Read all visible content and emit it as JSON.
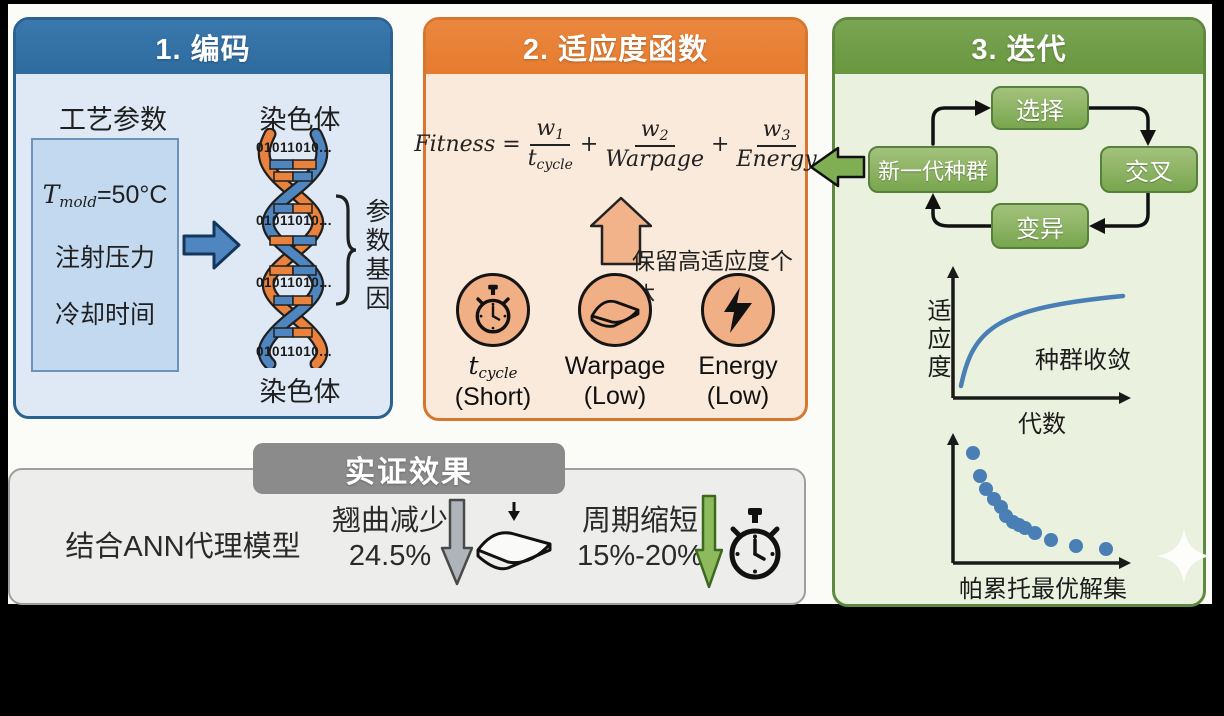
{
  "colors": {
    "panel1_accent": "#2f6b9e",
    "panel2_accent": "#e07c2f",
    "panel3_accent": "#6f9d49",
    "results_accent": "#8b8b8b",
    "strand_blue": "#4f86c0",
    "strand_orange": "#e8823c",
    "curve_blue": "#4a7fb5"
  },
  "panel1": {
    "title": "1. 编码",
    "process_label": "工艺参数",
    "chromosome_top": "染色体",
    "chromosome_bottom": "染色体",
    "param_box": {
      "t_var": "T",
      "t_sub": "mold",
      "t_value": "=50°C",
      "line2": "注射压力",
      "line3": "冷却时间"
    },
    "dna_code": "01011010...",
    "gene_label": "参数基因"
  },
  "panel2": {
    "title": "2. 适应度函数",
    "formula": {
      "lhs": "Fitness",
      "equals": "=",
      "plus": "+",
      "t1_num": "w",
      "t1_num_sub": "1",
      "t1_den": "t",
      "t1_den_sub": "cycle",
      "t2_num": "w",
      "t2_num_sub": "2",
      "t2_den": "Warpage",
      "t3_num": "w",
      "t3_num_sub": "3",
      "t3_den": "Energy"
    },
    "arrow_label": "保留高适应度个体",
    "icon1": {
      "main": "t",
      "sub": "cycle",
      "note": "(Short)"
    },
    "icon2": {
      "main": "Warpage",
      "note": "(Low)"
    },
    "icon3": {
      "main": "Energy",
      "note": "(Low)"
    }
  },
  "panel3": {
    "title": "3. 迭代",
    "cycle": {
      "selection": "选择",
      "crossover": "交叉",
      "mutation": "变异",
      "new_population": "新一代种群"
    },
    "convergence": {
      "ylabel": "适应度",
      "xlabel": "代数",
      "annotation": "种群收敛"
    },
    "pareto": {
      "xlabel": "帕累托最优解集"
    }
  },
  "results": {
    "title": "实证效果",
    "ann_label": "结合ANN代理模型",
    "warpage_line1": "翘曲减少",
    "warpage_line2": "24.5%",
    "cycle_line1": "周期缩短",
    "cycle_line2": "15%-20%"
  }
}
